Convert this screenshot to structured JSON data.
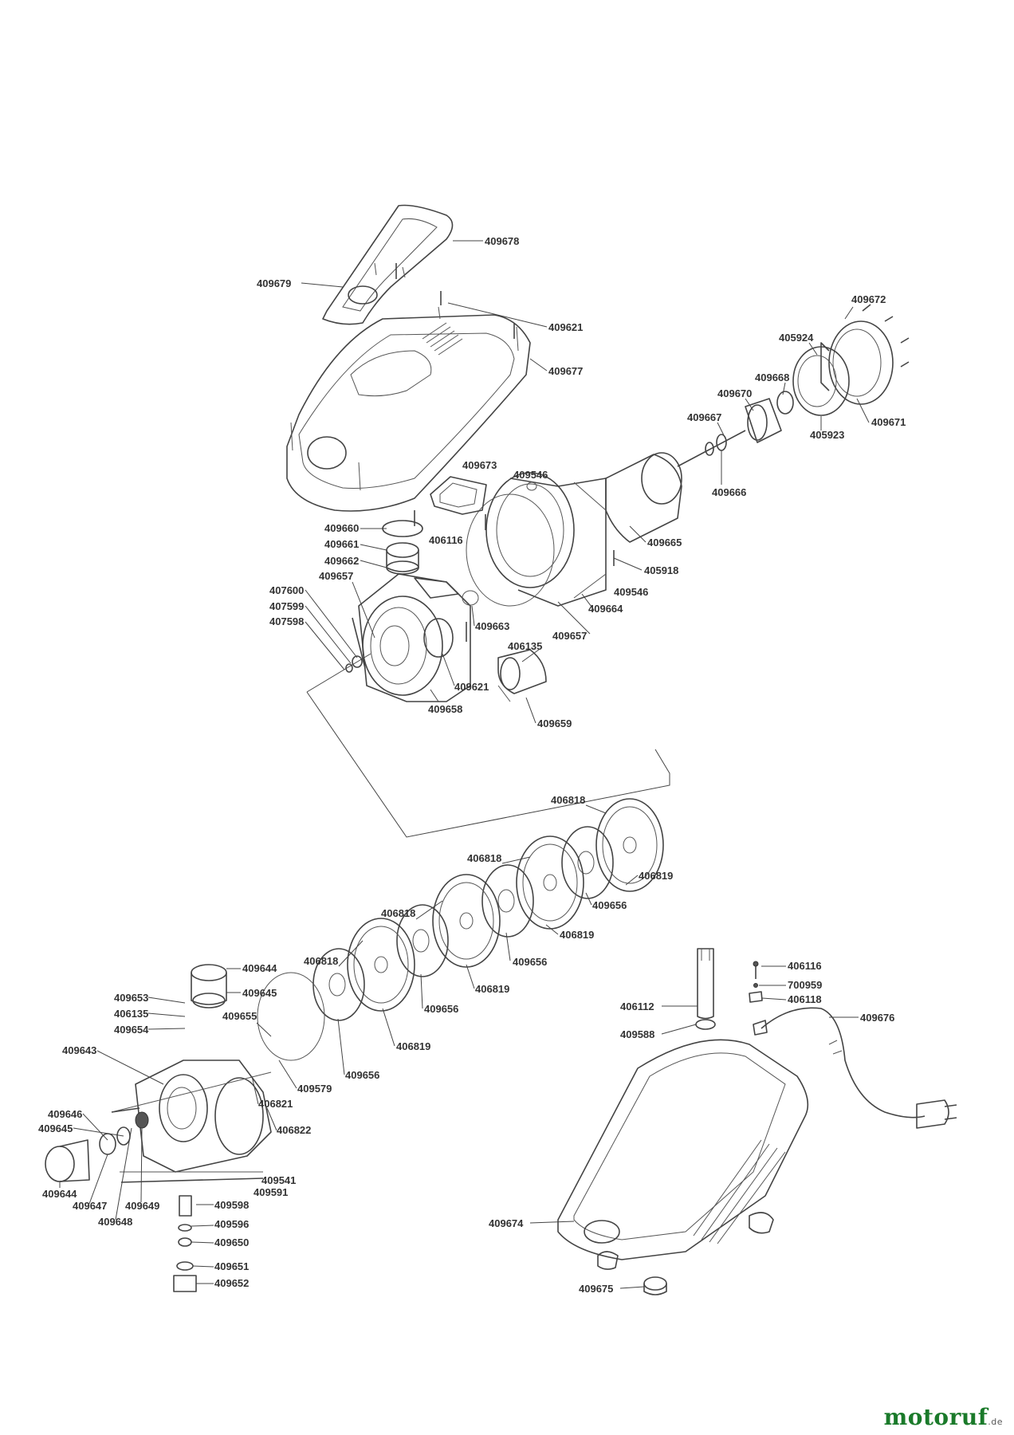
{
  "labels": [
    "409678",
    "409679",
    "409621",
    "409677",
    "409672",
    "405924",
    "409668",
    "409670",
    "409667",
    "409666",
    "409671",
    "405923",
    "409673",
    "409546",
    "409660",
    "409661",
    "409662",
    "406116",
    "409665",
    "405918",
    "409657",
    "407600",
    "407599",
    "407598",
    "409663",
    "409664",
    "409546",
    "409657",
    "406135",
    "409621",
    "409658",
    "409659",
    "406818",
    "406819",
    "409656",
    "406818",
    "406819",
    "409656",
    "406818",
    "406819",
    "409656",
    "406818",
    "406819",
    "409656",
    "409644",
    "409653",
    "409645",
    "406135",
    "409654",
    "409655",
    "409643",
    "409579",
    "406821",
    "406822",
    "409646",
    "409645",
    "409644",
    "409647",
    "409648",
    "409649",
    "409541",
    "409591",
    "409598",
    "409596",
    "409650",
    "409651",
    "409652",
    "406116",
    "700959",
    "406118",
    "406112",
    "409588",
    "409676",
    "409674",
    "409675"
  ],
  "logo": {
    "brand": "motoruf",
    "suffix": ".de",
    "color": "#1a7a2a"
  }
}
